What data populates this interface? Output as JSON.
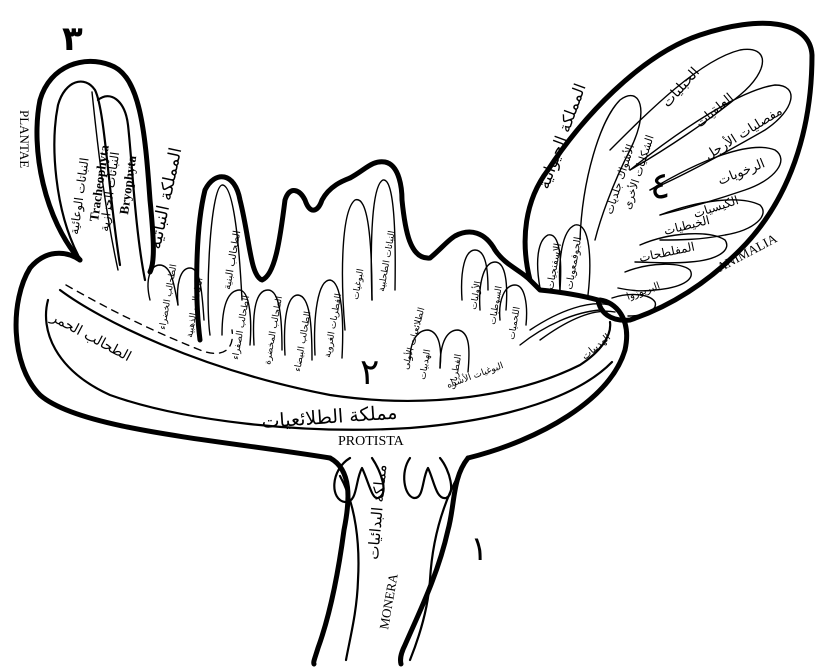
{
  "numbers": {
    "monera": "١",
    "protista": "٢",
    "plantae": "٣",
    "animalia": "٤"
  },
  "kingdoms": {
    "monera": {
      "latin": "MONERA",
      "arabic": "مملكة البدائيات"
    },
    "protista": {
      "latin": "PROTISTA",
      "arabic": "مملكة الطلائعيات"
    },
    "plantae": {
      "latin": "PLANTAE",
      "arabic": "المملكة النباتية"
    },
    "animalia": {
      "latin": "ANIMALIA",
      "arabic": "المملكة الحيوانية"
    }
  },
  "plant_groups": [
    {
      "arabic": "النباتات الوعائية",
      "latin": "Tracheophyta"
    },
    {
      "arabic": "النباتات الحزازية",
      "latin": "Bryophyta"
    }
  ],
  "red_algae": "الطحالب الحمر",
  "protista_fingers": [
    "الطحالب الخضراء",
    "الطحالب الذهبية",
    "الطحالب البنية",
    "الطحالب الصفراء",
    "الطحالب المخضرة",
    "الطحالب البيضاء",
    "الفطريات الغروية",
    "البوغيات",
    "النباتات الطحلبية",
    "الهدبيات",
    "الفطريات",
    "الأوليات",
    "السوطيات",
    "اللحميات",
    "البوغيات الأشباه",
    "الطلائعيات الأولى"
  ],
  "animal_phyla": [
    "الحبليات",
    "العلقيات",
    "مفصليات الأرجل",
    "الرخويات",
    "الكيسيات",
    "الخيطيات",
    "المفلطحات",
    "الجوفمعويات",
    "الإسفنجيات",
    "الأشواك جلديات",
    "الشكليات الأخرى",
    "البريوزوا",
    "الهدبيات"
  ]
}
